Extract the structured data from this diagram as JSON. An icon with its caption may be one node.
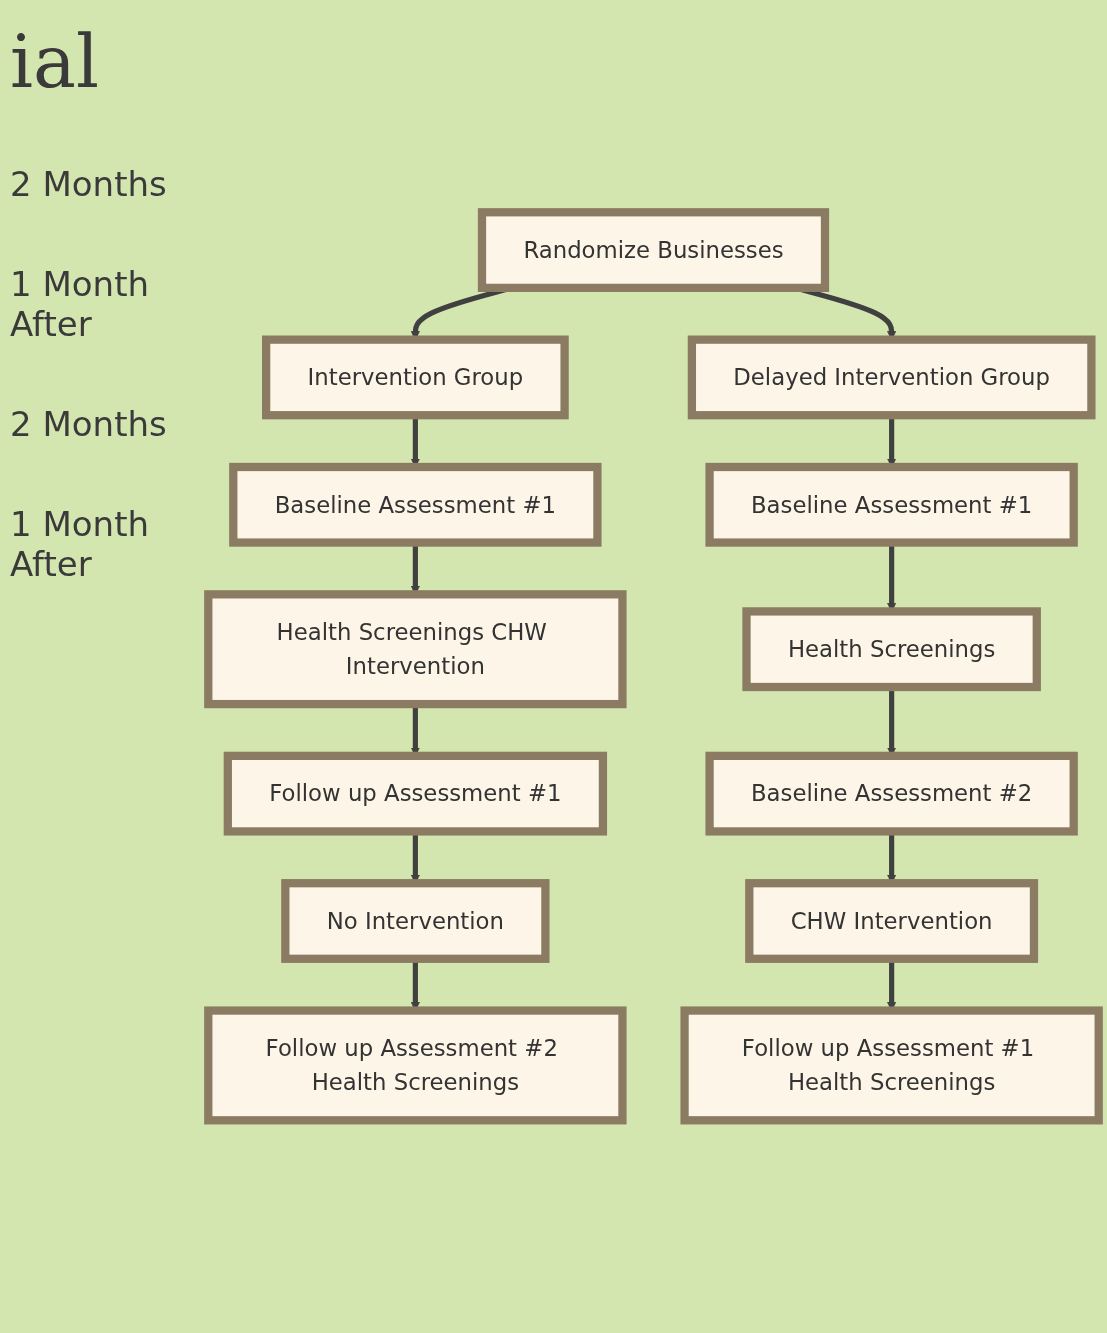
{
  "diagram": {
    "nodes": [
      {
        "text": [
          "Randomize Businesses"
        ]
      },
      {
        "text": [
          "Intervention Group"
        ]
      },
      {
        "text": [
          "Delayed Intervention Group"
        ]
      },
      {
        "text": [
          "Baseline Assessment #1"
        ]
      },
      {
        "text": [
          "Baseline Assessment #1"
        ]
      },
      {
        "text": [
          "Health Screenings CHW Intervention"
        ]
      },
      {
        "text": [
          "Health Screenings"
        ]
      },
      {
        "text": [
          "Follow up Assessment #1"
        ]
      },
      {
        "text": [
          "Baseline Assessment #2"
        ]
      },
      {
        "text": [
          "No Intervention"
        ]
      },
      {
        "text": [
          "CHW Intervention"
        ]
      },
      {
        "text": [
          "Follow up Assessment #2 Health Screenings"
        ]
      },
      {
        "text": [
          "Follow up Assessment #1 Health Screenings"
        ]
      }
    ],
    "edges": [
      {
        "from": 0,
        "to": 1,
        "arrow": "to"
      },
      {
        "from": 0,
        "to": 2,
        "arrow": "to"
      },
      {
        "from": 1,
        "to": 3,
        "arrow": "to"
      },
      {
        "from": 3,
        "to": 5,
        "arrow": "to"
      },
      {
        "from": 5,
        "to": 7,
        "arrow": "to"
      },
      {
        "from": 7,
        "to": 9,
        "arrow": "to"
      },
      {
        "from": 9,
        "to": 11,
        "arrow": "to"
      },
      {
        "from": 2,
        "to": 4,
        "arrow": "to"
      },
      {
        "from": 4,
        "to": 6,
        "arrow": "to"
      },
      {
        "from": 6,
        "to": 8,
        "arrow": "to"
      },
      {
        "from": 8,
        "to": 10,
        "arrow": "to"
      },
      {
        "from": 10,
        "to": 12,
        "arrow": "to"
      }
    ],
    "labels": [
      "ial",
      "2 Months",
      "1 Month After",
      "2 Months",
      "1 Month After"
    ]
  }
}
